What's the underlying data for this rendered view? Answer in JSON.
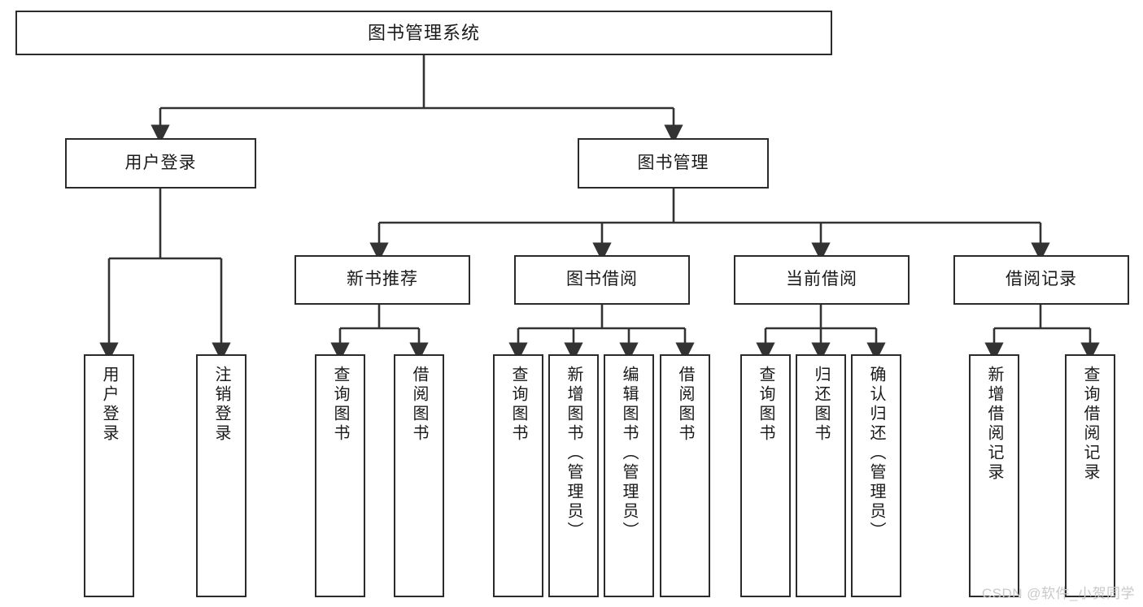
{
  "diagram": {
    "title": "图书管理系统",
    "watermark": "CSDN @软件_小贺同学",
    "colors": {
      "box_border": "#2b2b2b",
      "box_fill": "#ffffff",
      "connector": "#333333",
      "text": "#1a1a1a",
      "watermark": "#c9c9c9",
      "background": "#ffffff"
    },
    "levels": {
      "root": "图书管理系统",
      "level2": [
        "用户登录",
        "图书管理"
      ],
      "level3": [
        "新书推荐",
        "图书借阅",
        "当前借阅",
        "借阅记录"
      ]
    },
    "nodes": {
      "root": {
        "label": "图书管理系统"
      },
      "user_login": {
        "label": "用户登录"
      },
      "book_manage": {
        "label": "图书管理"
      },
      "new_book_rec": {
        "label": "新书推荐"
      },
      "book_borrow": {
        "label": "图书借阅"
      },
      "current_borrow": {
        "label": "当前借阅"
      },
      "borrow_record": {
        "label": "借阅记录"
      },
      "leaf_user_login": {
        "label": "用户登录"
      },
      "leaf_user_logout": {
        "label": "注销登录"
      },
      "leaf_rec_query": {
        "label": "查询图书"
      },
      "leaf_rec_borrow": {
        "label": "借阅图书"
      },
      "leaf_bb_query": {
        "label": "查询图书"
      },
      "leaf_bb_add": {
        "label": "新增图书（管理员）"
      },
      "leaf_bb_edit": {
        "label": "编辑图书（管理员）"
      },
      "leaf_bb_borrow": {
        "label": "借阅图书"
      },
      "leaf_cb_query": {
        "label": "查询图书"
      },
      "leaf_cb_return": {
        "label": "归还图书"
      },
      "leaf_cb_confirm": {
        "label": "确认归还（管理员）"
      },
      "leaf_br_add": {
        "label": "新增借阅记录"
      },
      "leaf_br_query": {
        "label": "查询借阅记录"
      }
    },
    "tree": {
      "label": "图书管理系统",
      "children": [
        {
          "label": "用户登录",
          "children": [
            {
              "label": "用户登录"
            },
            {
              "label": "注销登录"
            }
          ]
        },
        {
          "label": "图书管理",
          "children": [
            {
              "label": "新书推荐",
              "children": [
                {
                  "label": "查询图书"
                },
                {
                  "label": "借阅图书"
                }
              ]
            },
            {
              "label": "图书借阅",
              "children": [
                {
                  "label": "查询图书"
                },
                {
                  "label": "新增图书（管理员）"
                },
                {
                  "label": "编辑图书（管理员）"
                },
                {
                  "label": "借阅图书"
                }
              ]
            },
            {
              "label": "当前借阅",
              "children": [
                {
                  "label": "查询图书"
                },
                {
                  "label": "归还图书"
                },
                {
                  "label": "确认归还（管理员）"
                }
              ]
            },
            {
              "label": "借阅记录",
              "children": [
                {
                  "label": "新增借阅记录"
                },
                {
                  "label": "查询借阅记录"
                }
              ]
            }
          ]
        }
      ]
    }
  }
}
